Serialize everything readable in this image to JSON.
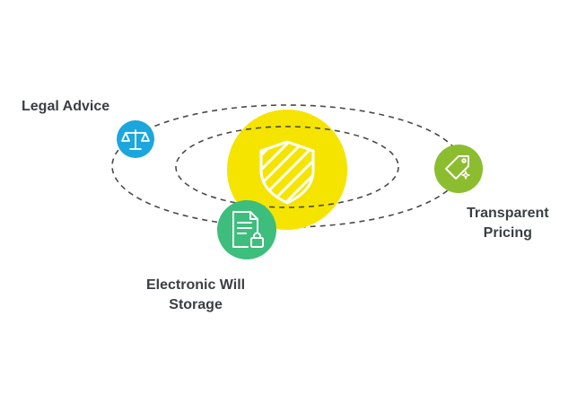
{
  "diagram": {
    "nodes": {
      "center": {
        "icon": "shield-icon"
      },
      "legal": {
        "label": "Legal Advice",
        "icon": "scales-icon"
      },
      "pricing": {
        "label_lines": [
          "Transparent",
          "Pricing"
        ],
        "icon": "price-tag-icon"
      },
      "storage": {
        "label_lines": [
          "Electronic Will",
          "Storage"
        ],
        "icon": "document-lock-icon"
      }
    },
    "colors": {
      "center": "#F5E400",
      "legal": "#1BA6DD",
      "pricing": "#8CBD2F",
      "storage": "#3DBE7C",
      "orbit": "#4a4a4a",
      "text": "#3a3f44"
    }
  }
}
